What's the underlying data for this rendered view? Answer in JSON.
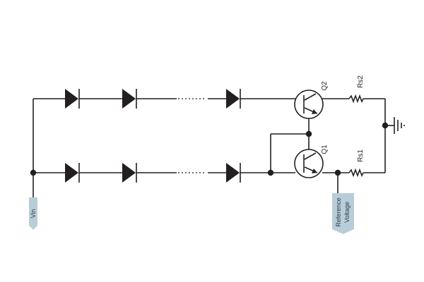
{
  "labels": {
    "q2": "Q2",
    "q1": "Q1",
    "rs2": "Rs2",
    "rs1": "Rs1",
    "vin": "Vin",
    "ref_line1": "Reference",
    "ref_line2": "Voltage"
  },
  "colors": {
    "wire": "#231f20",
    "tag_fill": "#b9cdd9",
    "tag_text": "#2a3a48"
  },
  "components": {
    "diodes_per_string": 3,
    "strings": 2,
    "transistors": [
      "Q1",
      "Q2"
    ],
    "resistors": [
      "Rs1",
      "Rs2"
    ],
    "ground_symbol": "ground-icon"
  }
}
